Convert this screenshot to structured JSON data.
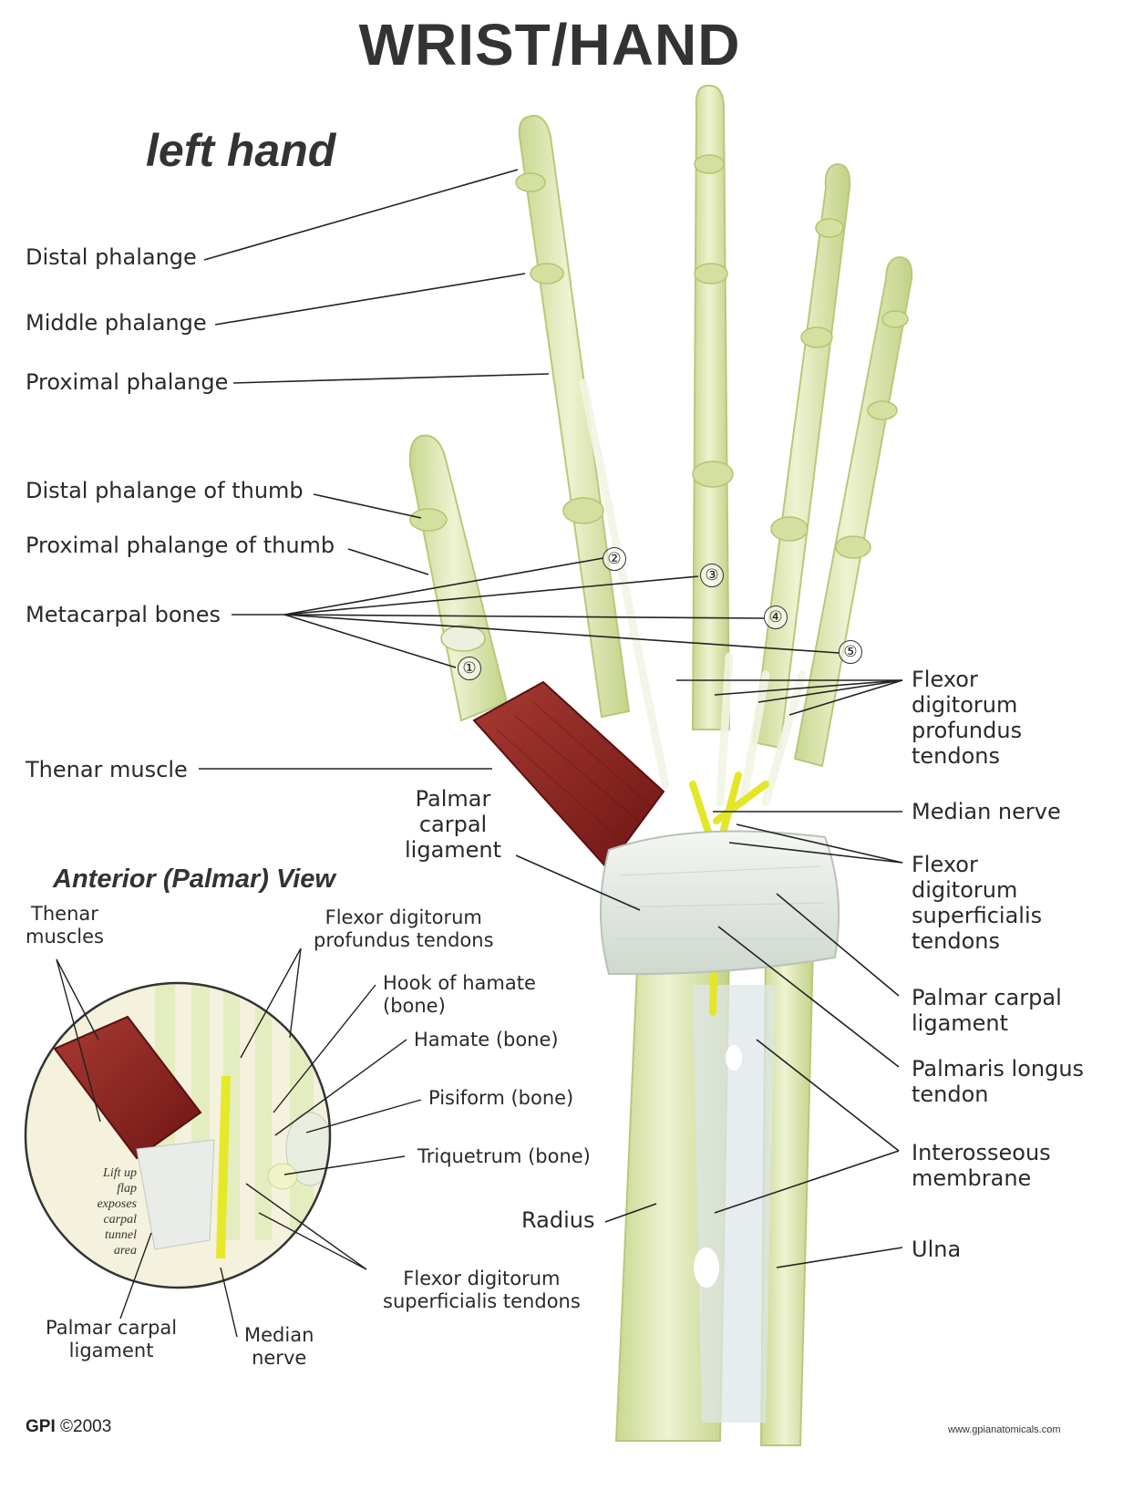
{
  "header": {
    "title": "WRIST/HAND",
    "subtitle": "left hand"
  },
  "labels": {
    "distal_phalange": "Distal phalange",
    "middle_phalange": "Middle phalange",
    "proximal_phalange": "Proximal phalange",
    "distal_phalange_thumb": "Distal phalange of thumb",
    "proximal_phalange_thumb": "Proximal phalange of thumb",
    "metacarpal_bones": "Metacarpal bones",
    "thenar_muscle": "Thenar muscle",
    "palmar_carpal_ligament": "Palmar\ncarpal\nligament",
    "flexor_digitorum_profundus": "Flexor\ndigitorum\nprofundus\ntendons",
    "median_nerve": "Median nerve",
    "flexor_digitorum_superficialis": "Flexor\ndigitorum\nsuperficialis\ntendons",
    "palmar_carpal_ligament_right": "Palmar carpal\nligament",
    "palmaris_longus": "Palmaris longus\ntendon",
    "interosseous_membrane": "Interosseous\nmembrane",
    "radius": "Radius",
    "ulna": "Ulna"
  },
  "metacarpal_numbers": [
    "①",
    "②",
    "③",
    "④",
    "⑤"
  ],
  "inset": {
    "title": "Anterior (Palmar) View",
    "thenar_muscles": "Thenar\nmuscles",
    "flexor_profundus": "Flexor digitorum\nprofundus tendons",
    "hook_of_hamate": "Hook of hamate\n(bone)",
    "hamate": "Hamate (bone)",
    "pisiform": "Pisiform (bone)",
    "triquetrum": "Triquetrum (bone)",
    "flexor_superficialis": "Flexor digitorum\nsuperficialis tendons",
    "palmar_carpal_ligament": "Palmar carpal\nligament",
    "median_nerve": "Median\nnerve",
    "flap_note": "Lift up\nflap\nexposes\ncarpal\ntunnel\narea"
  },
  "footer": {
    "brand": "GPI",
    "copyright": "©2003",
    "website": "www.gpianatomicals.com"
  },
  "colors": {
    "bone": "#e3edbe",
    "bone_shadow": "#c6d690",
    "muscle": "#8e2320",
    "ligament": "#eef1ec",
    "nerve": "#e8ea2a"
  }
}
